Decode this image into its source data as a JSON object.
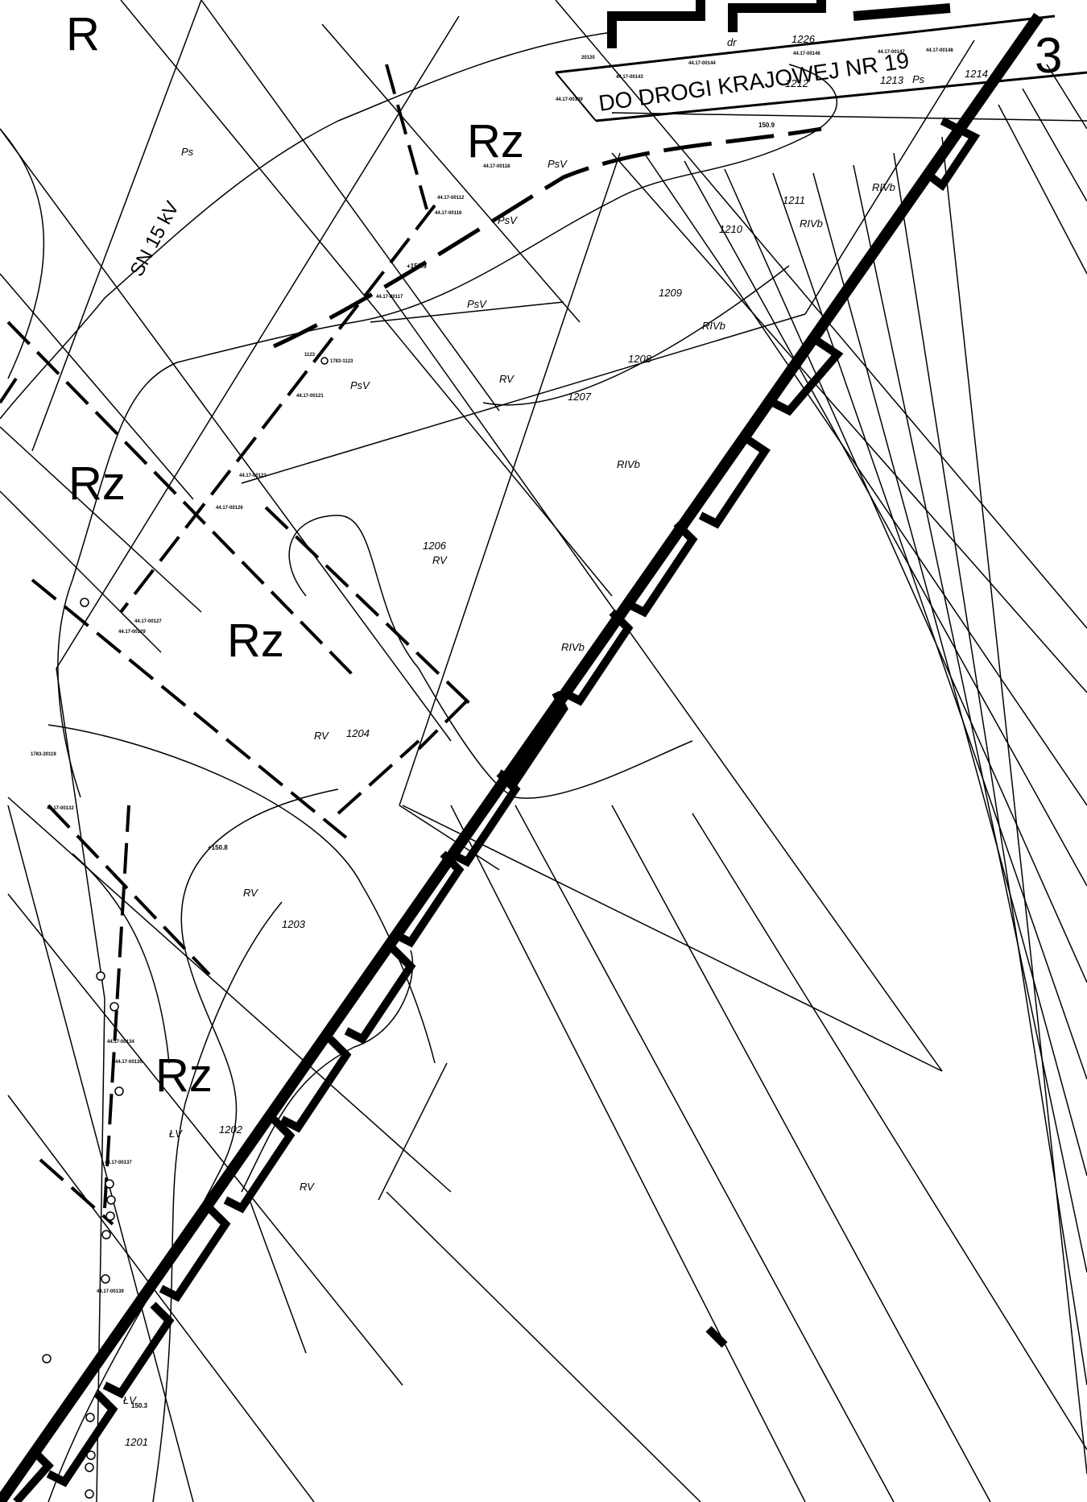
{
  "map": {
    "colors": {
      "ink": "#000000",
      "paper": "#ffffff"
    },
    "zone_labels": [
      {
        "id": "r-top",
        "text": "R"
      },
      {
        "id": "rz-1",
        "text": "Rz"
      },
      {
        "id": "rz-2",
        "text": "Rz"
      },
      {
        "id": "rz-3",
        "text": "Rz"
      },
      {
        "id": "rz-4",
        "text": "Rz"
      }
    ],
    "road_label": "DO DROGI KRAJOWEJ NR 19",
    "corner_number": "3",
    "power_line_label": "SN 15 kV",
    "parcels": [
      "1201",
      "1202",
      "1203",
      "1204",
      "1206",
      "1207",
      "1208",
      "1209",
      "1210",
      "1211",
      "1212",
      "1213",
      "1214",
      "1226"
    ],
    "soil_classes": [
      "Ps",
      "PsV",
      "PsV",
      "PsV",
      "PsV",
      "RV",
      "RV",
      "RV",
      "RV",
      "RV",
      "RIVb",
      "RIVb",
      "RIVb",
      "RIVb",
      "RIVb",
      "ŁV",
      "ŁV",
      "dr",
      "Ps"
    ],
    "elevations": [
      "+150.9",
      "+150.8",
      "150.3",
      "150.9"
    ],
    "point_ids": [
      "44.17-00112",
      "44.17-00116",
      "44.17-00117",
      "44.17-00118",
      "44.17-00121",
      "44.17-00123",
      "44.17-00126",
      "44.17-00127",
      "44.17-00129",
      "44.17-00132",
      "44.17-00134",
      "44.17-00135",
      "44.17-00137",
      "44.17-00139",
      "44.17-00109",
      "44.17-00143",
      "44.17-00144",
      "44.17-00146",
      "44.17-00147",
      "44.17-00148",
      "1783-1123",
      "1783-20119",
      "1123",
      "20120"
    ]
  }
}
